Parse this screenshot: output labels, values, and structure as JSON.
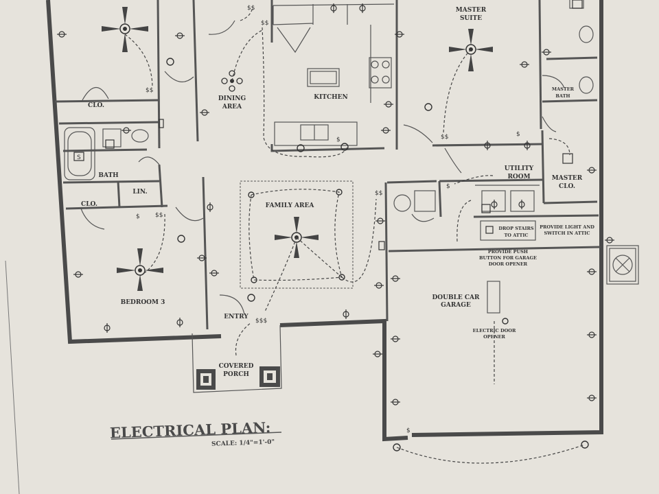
{
  "rooms": {
    "master_suite": [
      "MASTER",
      "SUITE"
    ],
    "dining": [
      "DINING",
      "AREA"
    ],
    "kitchen": "KITCHEN",
    "master_bath": [
      "MASTER",
      "BATH"
    ],
    "closet_top": "CLO.",
    "bath": "BATH",
    "lin": "LIN.",
    "closet_bottom": "CLO.",
    "utility": [
      "UTILITY",
      "ROOM"
    ],
    "master_closet": [
      "MASTER",
      "CLO."
    ],
    "family": "FAMILY AREA",
    "bedroom3": "BEDROOM 3",
    "entry": "ENTRY",
    "porch": [
      "COVERED",
      "PORCH"
    ],
    "garage": [
      "DOUBLE CAR",
      "GARAGE"
    ]
  },
  "notes": {
    "attic_stairs": [
      "DROP STAIRS",
      "TO ATTIC"
    ],
    "attic_light": [
      "PROVIDE LIGHT AND",
      "SWITCH IN ATTIC"
    ],
    "push_button": [
      "PROVIDE PUSH",
      "BUTTON FOR GARAGE",
      "DOOR OPENER"
    ],
    "door_opener": [
      "ELECTRIC DOOR",
      "OPENER"
    ]
  },
  "symbols": {
    "switch_triple": "$$$",
    "switch_double": "$$",
    "switch_single": "$",
    "vent": "S"
  },
  "title": "ELECTRICAL PLAN:",
  "scale": "SCALE: 1/4\"=1'-0\""
}
